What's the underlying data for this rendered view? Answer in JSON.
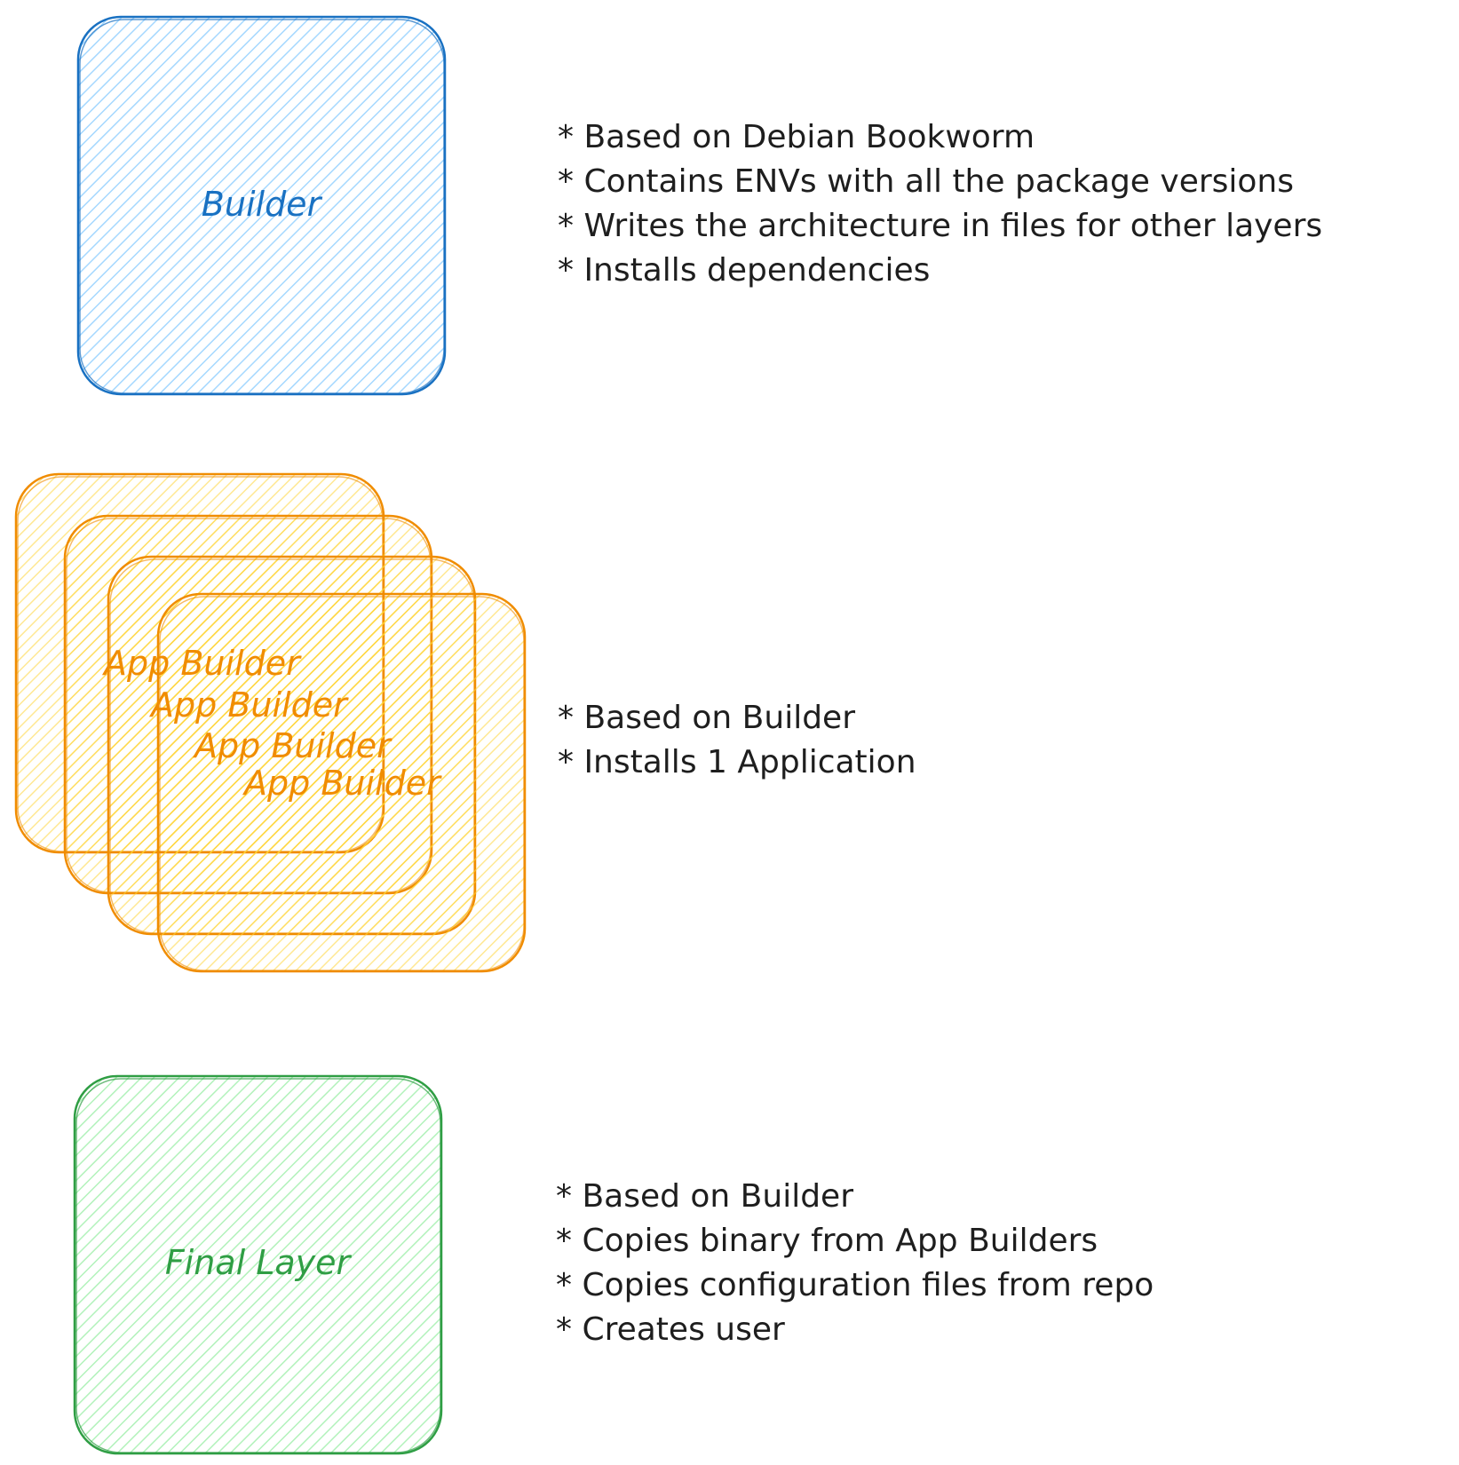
{
  "colors": {
    "builder_stroke": "#1971c2",
    "builder_fill": "#a5d8ff",
    "app_stroke": "#f08c00",
    "app_fill": "#ffd43b",
    "final_stroke": "#2f9e44",
    "final_fill": "#b2f2bb",
    "text": "#1e1e1e"
  },
  "builder": {
    "label": "Builder",
    "notes": [
      "* Based on Debian Bookworm",
      "* Contains ENVs with all the package versions",
      "* Writes the architecture in files for other layers",
      "* Installs dependencies"
    ]
  },
  "app_builder": {
    "labels": [
      "App Builder",
      "App Builder",
      "App Builder",
      "App Builder"
    ],
    "notes": [
      "* Based on Builder",
      "* Installs 1 Application"
    ]
  },
  "final_layer": {
    "label": "Final Layer",
    "notes": [
      "* Based on Builder",
      "* Copies binary from App Builders",
      "* Copies configuration files from repo",
      "* Creates user"
    ]
  }
}
